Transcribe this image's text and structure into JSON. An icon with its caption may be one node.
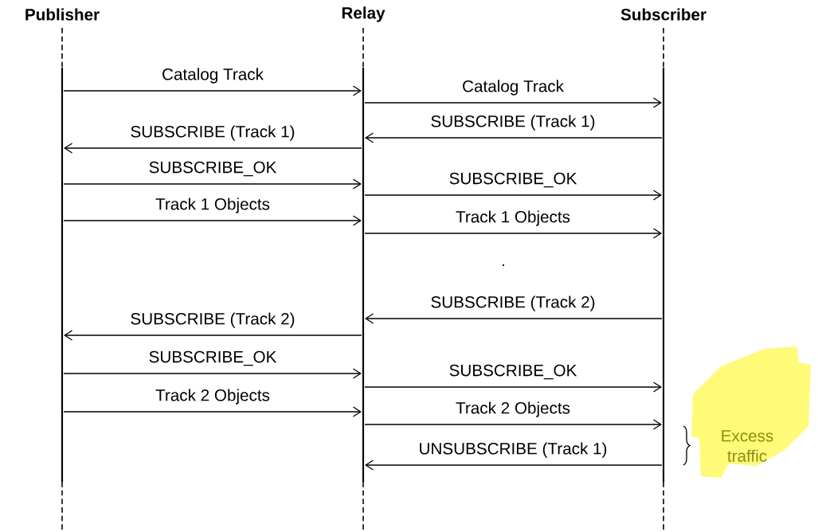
{
  "diagram": {
    "nodes": [
      {
        "text": [
          "Publisher"
        ]
      },
      {
        "text": [
          "Relay"
        ]
      },
      {
        "text": [
          "Subscriber"
        ]
      },
      {
        "text": [
          "Excess traffic"
        ]
      }
    ],
    "edges": [
      {
        "from": 0,
        "to": 1,
        "arrow": "to",
        "label": "Catalog Track"
      },
      {
        "from": 1,
        "to": 2,
        "arrow": "to",
        "label": "Catalog Track"
      },
      {
        "from": 2,
        "to": 1,
        "arrow": "to",
        "label": "SUBSCRIBE (Track 1)"
      },
      {
        "from": 1,
        "to": 0,
        "arrow": "to",
        "label": "SUBSCRIBE (Track 1)"
      },
      {
        "from": 0,
        "to": 1,
        "arrow": "to",
        "label": "SUBSCRIBE_OK"
      },
      {
        "from": 1,
        "to": 2,
        "arrow": "to",
        "label": "SUBSCRIBE_OK"
      },
      {
        "from": 0,
        "to": 1,
        "arrow": "to",
        "label": "Track 1 Objects"
      },
      {
        "from": 1,
        "to": 2,
        "arrow": "to",
        "label": "Track 1 Objects"
      },
      {
        "from": 2,
        "to": 1,
        "arrow": "to",
        "label": "SUBSCRIBE (Track 2)"
      },
      {
        "from": 1,
        "to": 0,
        "arrow": "to",
        "label": "SUBSCRIBE (Track 2)"
      },
      {
        "from": 0,
        "to": 1,
        "arrow": "to",
        "label": "SUBSCRIBE_OK"
      },
      {
        "from": 1,
        "to": 2,
        "arrow": "to",
        "label": "SUBSCRIBE_OK"
      },
      {
        "from": 0,
        "to": 1,
        "arrow": "to",
        "label": "Track 2 Objects"
      },
      {
        "from": 1,
        "to": 2,
        "arrow": "to",
        "label": "Track 2 Objects"
      },
      {
        "from": 2,
        "to": 1,
        "arrow": "to",
        "label": "UNSUBSCRIBE (Track 1)"
      }
    ],
    "labels": [
      "."
    ]
  }
}
